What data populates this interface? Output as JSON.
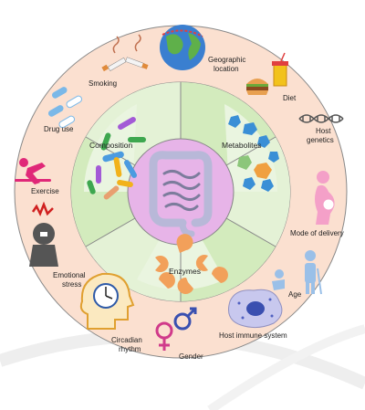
{
  "factors": {
    "smoking": "Smoking",
    "geographic_location": [
      "Geographic",
      "location"
    ],
    "diet": "Diet",
    "host_genetics": [
      "Host",
      "genetics"
    ],
    "mode_of_delivery": "Mode of delivery",
    "age": "Age",
    "host_immune_system": "Host immune system",
    "gender": "Gender",
    "circadian_rhythm": [
      "Circadian",
      "rhythm"
    ],
    "emotional_stress": [
      "Emotional",
      "stress"
    ],
    "exercise": "Exercise",
    "drug_use": "Drug use"
  },
  "inner": {
    "composition": "Composition",
    "metabolites": "Metabolites",
    "enzymes": "Enzymes"
  },
  "colors": {
    "outer_ring": "#fbe0d0",
    "middle_ring": "#d9edc5",
    "center": "#e7b4e8",
    "line": "#888888"
  }
}
